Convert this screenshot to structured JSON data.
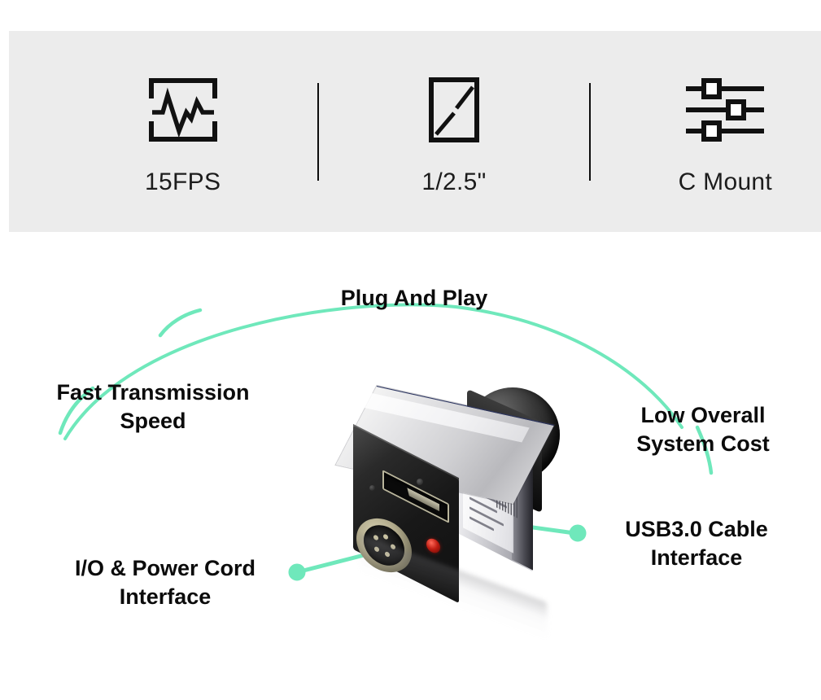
{
  "theme": {
    "banner_bg": "#ececec",
    "page_bg": "#ffffff",
    "text_color": "#111111",
    "accent_mint": "#6fe8bb",
    "accent_mint_light": "#8df0cb",
    "led_red": "#c01d12"
  },
  "spec_banner": {
    "items": [
      {
        "icon": "waveform-framerate-icon",
        "label": "15FPS"
      },
      {
        "icon": "sensor-size-diagonal-icon",
        "label": "1/2.5\""
      },
      {
        "icon": "sliders-mount-icon",
        "label": "C Mount"
      }
    ],
    "dividers": 2
  },
  "diagram": {
    "callouts": [
      {
        "id": "plug-and-play",
        "text": "Plug And Play"
      },
      {
        "id": "fast-transmission",
        "text": "Fast Transmission\nSpeed"
      },
      {
        "id": "low-system-cost",
        "text": "Low Overall\nSystem Cost"
      },
      {
        "id": "usb3-cable-interface",
        "text": "USB3.0 Cable\nInterface"
      },
      {
        "id": "io-power-cord",
        "text": "I/O & Power Cord\nInterface"
      }
    ],
    "product": {
      "name": "industrial-usb3-camera",
      "parts": [
        "lens-mount-barrel",
        "aluminum-top-face",
        "aluminum-side-face",
        "product-label-sticker",
        "barcode",
        "black-rear-face",
        "usb3-micro-b-port",
        "circular-io-power-connector",
        "status-led",
        "mounting-screws"
      ]
    }
  }
}
